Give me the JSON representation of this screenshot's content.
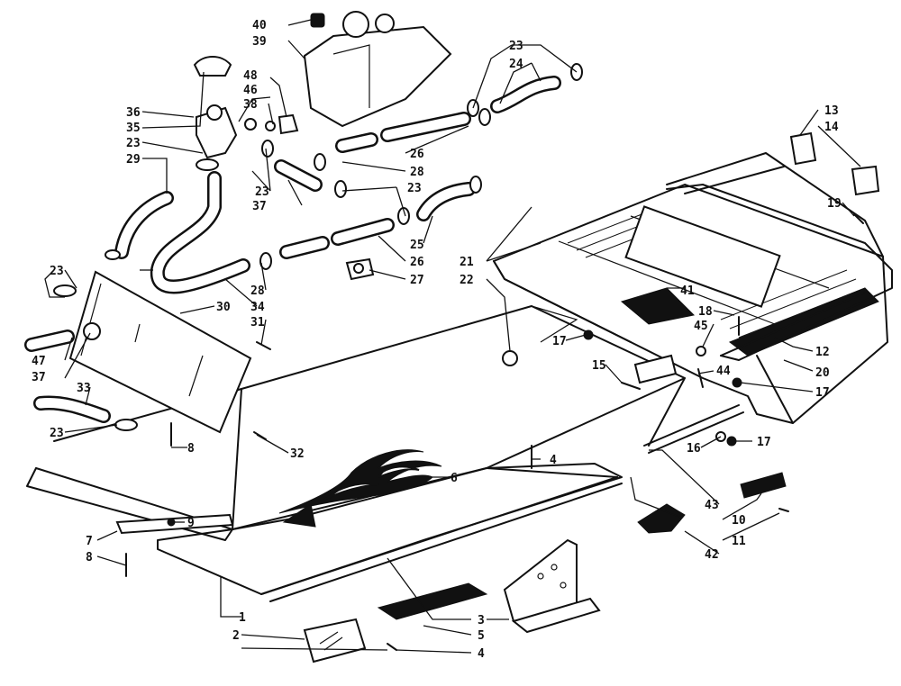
{
  "callouts": {
    "c1": "1",
    "c2": "2",
    "c3": "3",
    "c4a": "4",
    "c4b": "4",
    "c5": "5",
    "c6": "6",
    "c7": "7",
    "c8a": "8",
    "c8b": "8",
    "c9": "9",
    "c10": "10",
    "c11": "11",
    "c12": "12",
    "c13": "13",
    "c14": "14",
    "c15": "15",
    "c16": "16",
    "c17a": "17",
    "c17b": "17",
    "c17c": "17",
    "c18": "18",
    "c19": "19",
    "c20": "20",
    "c21": "21",
    "c22": "22",
    "c23a": "23",
    "c23b": "23",
    "c23c": "23",
    "c23d": "23",
    "c23e": "23",
    "c23f": "23",
    "c24": "24",
    "c25": "25",
    "c26a": "26",
    "c26b": "26",
    "c27": "27",
    "c28a": "28",
    "c28b": "28",
    "c29": "29",
    "c30": "30",
    "c31": "31",
    "c32": "32",
    "c33": "33",
    "c34": "34",
    "c35": "35",
    "c36": "36",
    "c37a": "37",
    "c37b": "37",
    "c38": "38",
    "c39": "39",
    "c40": "40",
    "c41": "41",
    "c42": "42",
    "c43": "43",
    "c44": "44",
    "c45": "45",
    "c46": "46",
    "c47": "47",
    "c48": "48"
  }
}
